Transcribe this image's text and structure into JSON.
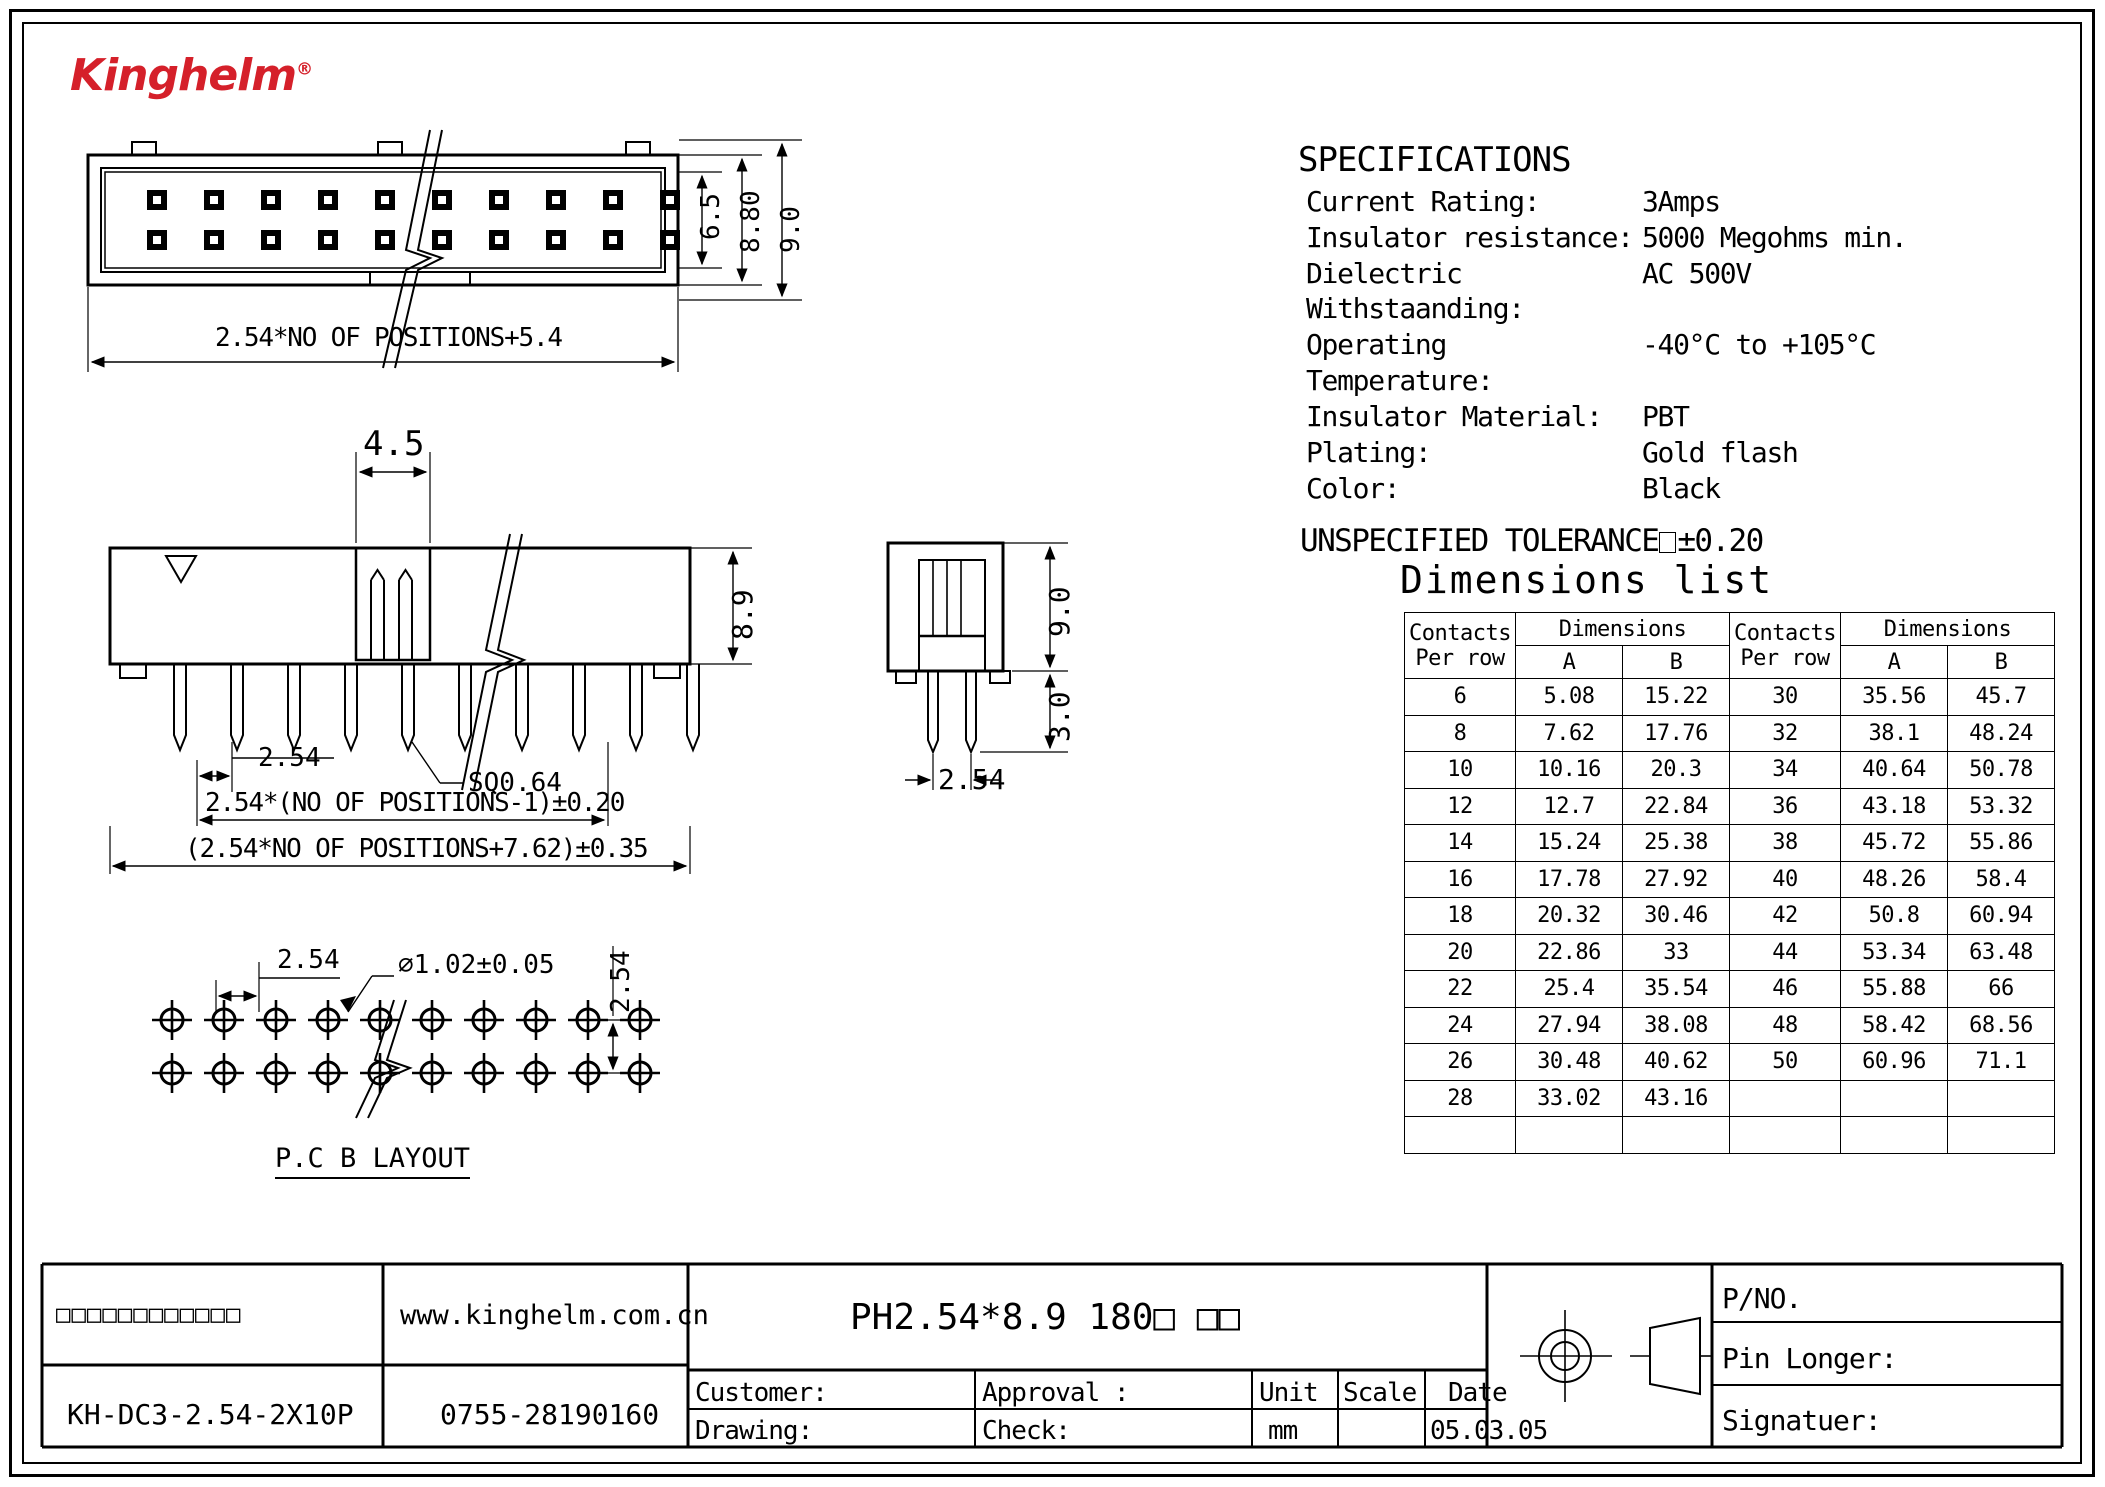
{
  "brand": {
    "name": "Kinghelm",
    "registered": "®",
    "color": "#d5202a"
  },
  "specifications": {
    "heading": "SPECIFICATIONS",
    "rows": [
      {
        "label": "Current Rating:",
        "value": "3Amps"
      },
      {
        "label": "Insulator resistance:",
        "value": "5000 Megohms min."
      },
      {
        "label": "Dielectric Withstaanding:",
        "value": "AC 500V"
      },
      {
        "label": "Operating Temperature:",
        "value": "-40°C to +105°C"
      },
      {
        "label": "Insulator Material:",
        "value": "PBT"
      },
      {
        "label": "Plating:",
        "value": "Gold flash"
      },
      {
        "label": "Color:",
        "value": "Black"
      }
    ],
    "tolerance_prefix": "UNSPECIFIED TOLERANCE",
    "tolerance_value": "±0.20"
  },
  "dimensions_list": {
    "title": "Dimensions list",
    "headers": {
      "contacts": "Contacts",
      "per_row": "Per row",
      "dimensions": "Dimensions",
      "a": "A",
      "b": "B"
    },
    "rows": [
      {
        "c1": "6",
        "a1": "5.08",
        "b1": "15.22",
        "c2": "30",
        "a2": "35.56",
        "b2": "45.7"
      },
      {
        "c1": "8",
        "a1": "7.62",
        "b1": "17.76",
        "c2": "32",
        "a2": "38.1",
        "b2": "48.24"
      },
      {
        "c1": "10",
        "a1": "10.16",
        "b1": "20.3",
        "c2": "34",
        "a2": "40.64",
        "b2": "50.78"
      },
      {
        "c1": "12",
        "a1": "12.7",
        "b1": "22.84",
        "c2": "36",
        "a2": "43.18",
        "b2": "53.32"
      },
      {
        "c1": "14",
        "a1": "15.24",
        "b1": "25.38",
        "c2": "38",
        "a2": "45.72",
        "b2": "55.86"
      },
      {
        "c1": "16",
        "a1": "17.78",
        "b1": "27.92",
        "c2": "40",
        "a2": "48.26",
        "b2": "58.4"
      },
      {
        "c1": "18",
        "a1": "20.32",
        "b1": "30.46",
        "c2": "42",
        "a2": "50.8",
        "b2": "60.94"
      },
      {
        "c1": "20",
        "a1": "22.86",
        "b1": "33",
        "c2": "44",
        "a2": "53.34",
        "b2": "63.48"
      },
      {
        "c1": "22",
        "a1": "25.4",
        "b1": "35.54",
        "c2": "46",
        "a2": "55.88",
        "b2": "66"
      },
      {
        "c1": "24",
        "a1": "27.94",
        "b1": "38.08",
        "c2": "48",
        "a2": "58.42",
        "b2": "68.56"
      },
      {
        "c1": "26",
        "a1": "30.48",
        "b1": "40.62",
        "c2": "50",
        "a2": "60.96",
        "b2": "71.1"
      },
      {
        "c1": "28",
        "a1": "33.02",
        "b1": "43.16",
        "c2": "",
        "a2": "",
        "b2": ""
      }
    ]
  },
  "views": {
    "top_view": {
      "dim_width": "2.54*NO OF POSITIONS+5.4",
      "dim_6_5": "6.5",
      "dim_8_80": "8.80",
      "dim_9_0": "9.0",
      "columns": 10,
      "rows": 2
    },
    "front_view": {
      "dim_4_5": "4.5",
      "dim_8_9": "8.9",
      "dim_pitch": "2.54",
      "dim_sq": "SQ0.64",
      "dim_span": "2.54*(NO OF POSITIONS-1)±0.20",
      "dim_overall": "(2.54*NO OF POSITIONS+7.62)±0.35"
    },
    "side_view": {
      "dim_9_0": "9.0",
      "dim_3_0": "3.0",
      "dim_2_54": "2.54"
    },
    "pcb_layout": {
      "label": "P.C B LAYOUT",
      "dim_pitch_x": "2.54",
      "dim_pitch_y": "2.54",
      "dim_hole": "⌀1.02±0.05",
      "columns": 10,
      "rows": 2
    }
  },
  "title_block": {
    "company_cjk": "□□□□□□□□□□□□",
    "website": "www.kinghelm.com.cn",
    "part_number": "KH-DC3-2.54-2X10P",
    "phone": "0755-28190160",
    "drawing_title": "PH2.54*8.9   180□  □□",
    "customer_label": "Customer:",
    "approval_label": "Approval :",
    "unit_label": "Unit",
    "scale_label": "Scale",
    "date_label": "Date",
    "drawing_label": "Drawing:",
    "check_label": "Check:",
    "unit_value": "mm",
    "scale_value": "",
    "date_value": "05.03.05",
    "pno_label": "P/NO.",
    "pin_longer_label": "Pin Longer:",
    "signature_label": "Signatuer:"
  }
}
